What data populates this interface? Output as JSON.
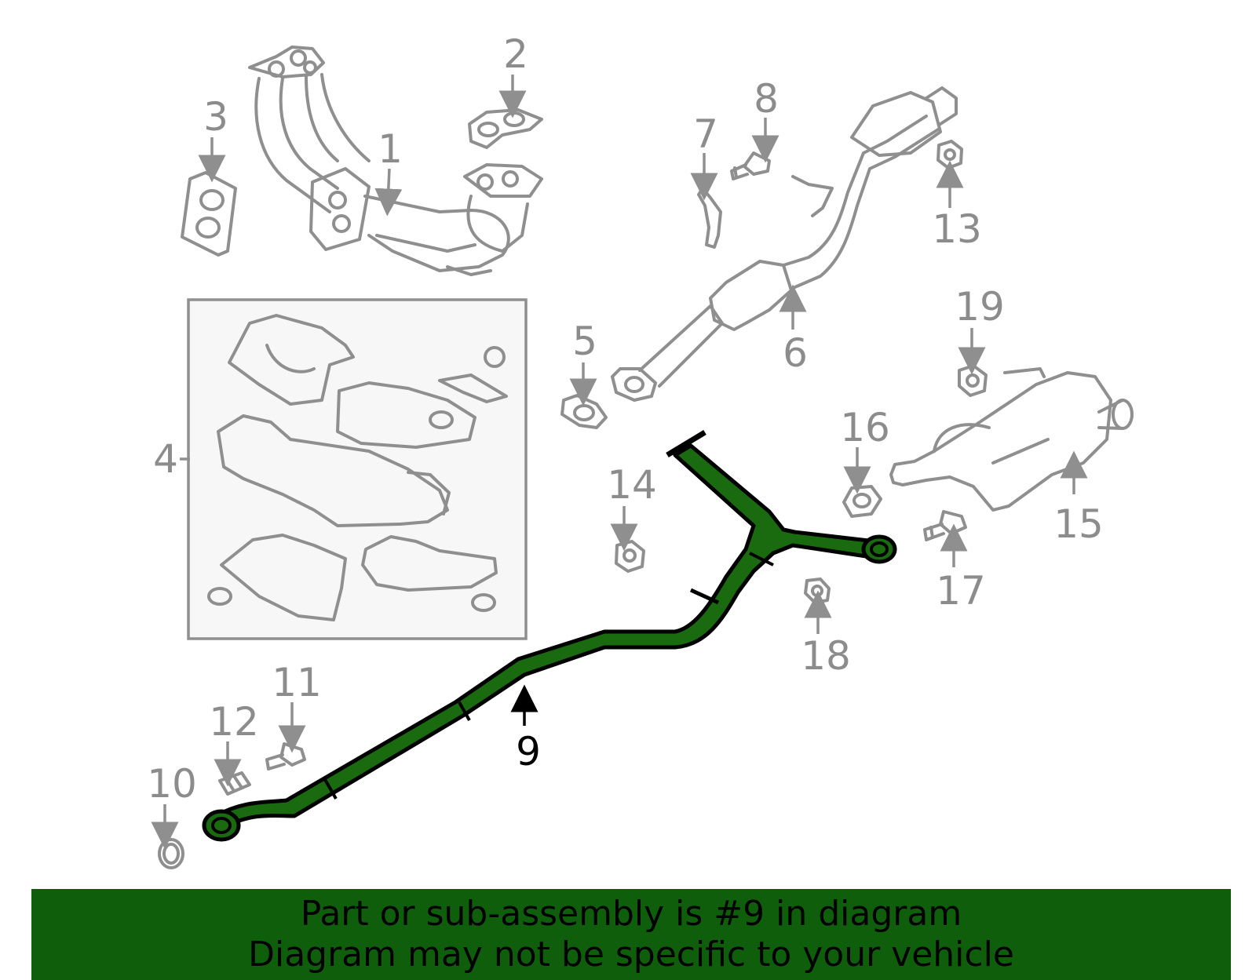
{
  "callouts": {
    "c1": "1",
    "c2": "2",
    "c3": "3",
    "c4": "4",
    "c5": "5",
    "c6": "6",
    "c7": "7",
    "c8": "8",
    "c9": "9",
    "c10": "10",
    "c11": "11",
    "c12": "12",
    "c13": "13",
    "c14": "14",
    "c15": "15",
    "c16": "16",
    "c17": "17",
    "c18": "18",
    "c19": "19"
  },
  "highlighted_part": "9",
  "colors": {
    "highlight_fill": "#1a6b10",
    "banner_background": "#0f5e0b",
    "part_line": "#8f8f8f",
    "callout_text": "#8c8c8c"
  },
  "banner": {
    "line1": "Part or sub-assembly is #9 in diagram",
    "line2": "Diagram may not be specific to your vehicle"
  }
}
